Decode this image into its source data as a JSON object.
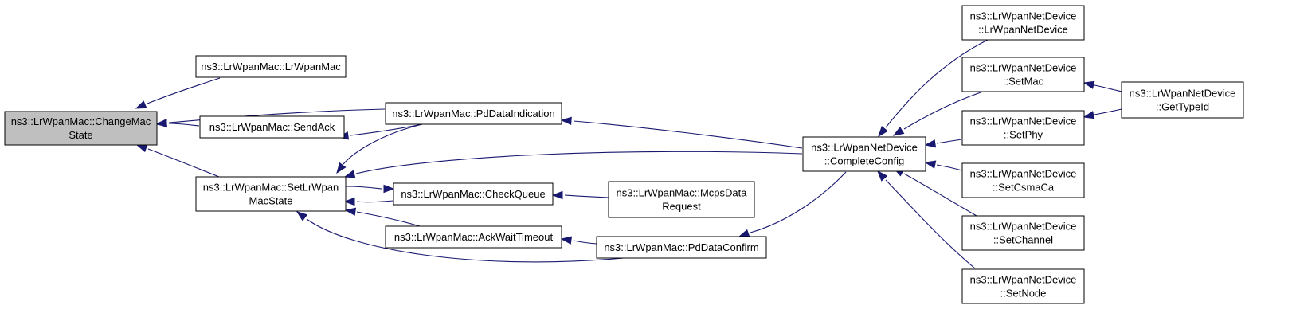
{
  "graph": {
    "title": "",
    "colors": {
      "edge": "#191970",
      "focus_fill": "#bfbfbf",
      "node_fill": "#ffffff",
      "node_stroke": "#000000"
    },
    "nodes": [
      {
        "id": "change_mac_state",
        "lines": [
          "ns3::LrWpanMac::ChangeMac",
          "State"
        ],
        "focus": true
      },
      {
        "id": "lrwpanmac_ctor",
        "lines": [
          "ns3::LrWpanMac::LrWpanMac"
        ]
      },
      {
        "id": "pd_data_indication",
        "lines": [
          "ns3::LrWpanMac::PdDataIndication"
        ]
      },
      {
        "id": "send_ack",
        "lines": [
          "ns3::LrWpanMac::SendAck"
        ]
      },
      {
        "id": "set_lrwpan_mac_state",
        "lines": [
          "ns3::LrWpanMac::SetLrWpan",
          "MacState"
        ]
      },
      {
        "id": "check_queue",
        "lines": [
          "ns3::LrWpanMac::CheckQueue"
        ]
      },
      {
        "id": "ack_wait_timeout",
        "lines": [
          "ns3::LrWpanMac::AckWaitTimeout"
        ]
      },
      {
        "id": "mcps_data_request",
        "lines": [
          "ns3::LrWpanMac::McpsData",
          "Request"
        ]
      },
      {
        "id": "pd_data_confirm",
        "lines": [
          "ns3::LrWpanMac::PdDataConfirm"
        ]
      },
      {
        "id": "complete_config",
        "lines": [
          "ns3::LrWpanNetDevice",
          "::CompleteConfig"
        ]
      },
      {
        "id": "netdevice_ctor",
        "lines": [
          "ns3::LrWpanNetDevice",
          "::LrWpanNetDevice"
        ]
      },
      {
        "id": "set_mac",
        "lines": [
          "ns3::LrWpanNetDevice",
          "::SetMac"
        ]
      },
      {
        "id": "set_phy",
        "lines": [
          "ns3::LrWpanNetDevice",
          "::SetPhy"
        ]
      },
      {
        "id": "set_csmaca",
        "lines": [
          "ns3::LrWpanNetDevice",
          "::SetCsmaCa"
        ]
      },
      {
        "id": "set_channel",
        "lines": [
          "ns3::LrWpanNetDevice",
          "::SetChannel"
        ]
      },
      {
        "id": "set_node",
        "lines": [
          "ns3::LrWpanNetDevice",
          "::SetNode"
        ]
      },
      {
        "id": "get_type_id",
        "lines": [
          "ns3::LrWpanNetDevice",
          "::GetTypeId"
        ]
      }
    ],
    "edges": [
      {
        "id": "e1",
        "from": "lrwpanmac_ctor",
        "to": "change_mac_state"
      },
      {
        "id": "e2",
        "from": "pd_data_indication",
        "to": "change_mac_state"
      },
      {
        "id": "e3",
        "from": "send_ack",
        "to": "change_mac_state"
      },
      {
        "id": "e4",
        "from": "set_lrwpan_mac_state",
        "to": "change_mac_state"
      },
      {
        "id": "e5",
        "from": "pd_data_indication",
        "to": "send_ack"
      },
      {
        "id": "e6",
        "from": "pd_data_indication",
        "to": "set_lrwpan_mac_state"
      },
      {
        "id": "e7",
        "from": "complete_config",
        "to": "set_lrwpan_mac_state"
      },
      {
        "id": "e8",
        "from": "set_lrwpan_mac_state",
        "to": "check_queue"
      },
      {
        "id": "e9",
        "from": "check_queue",
        "to": "set_lrwpan_mac_state"
      },
      {
        "id": "e10",
        "from": "ack_wait_timeout",
        "to": "set_lrwpan_mac_state"
      },
      {
        "id": "e11",
        "from": "pd_data_confirm",
        "to": "set_lrwpan_mac_state"
      },
      {
        "id": "e12",
        "from": "mcps_data_request",
        "to": "check_queue"
      },
      {
        "id": "e13",
        "from": "pd_data_confirm",
        "to": "ack_wait_timeout"
      },
      {
        "id": "e14",
        "from": "complete_config",
        "to": "pd_data_indication"
      },
      {
        "id": "e15",
        "from": "complete_config",
        "to": "pd_data_confirm"
      },
      {
        "id": "e16",
        "from": "netdevice_ctor",
        "to": "complete_config"
      },
      {
        "id": "e17",
        "from": "set_mac",
        "to": "complete_config"
      },
      {
        "id": "e18",
        "from": "set_phy",
        "to": "complete_config"
      },
      {
        "id": "e19",
        "from": "set_csmaca",
        "to": "complete_config"
      },
      {
        "id": "e20",
        "from": "set_channel",
        "to": "complete_config"
      },
      {
        "id": "e21",
        "from": "set_node",
        "to": "complete_config"
      },
      {
        "id": "e22",
        "from": "get_type_id",
        "to": "set_mac"
      },
      {
        "id": "e23",
        "from": "get_type_id",
        "to": "set_phy"
      }
    ]
  }
}
